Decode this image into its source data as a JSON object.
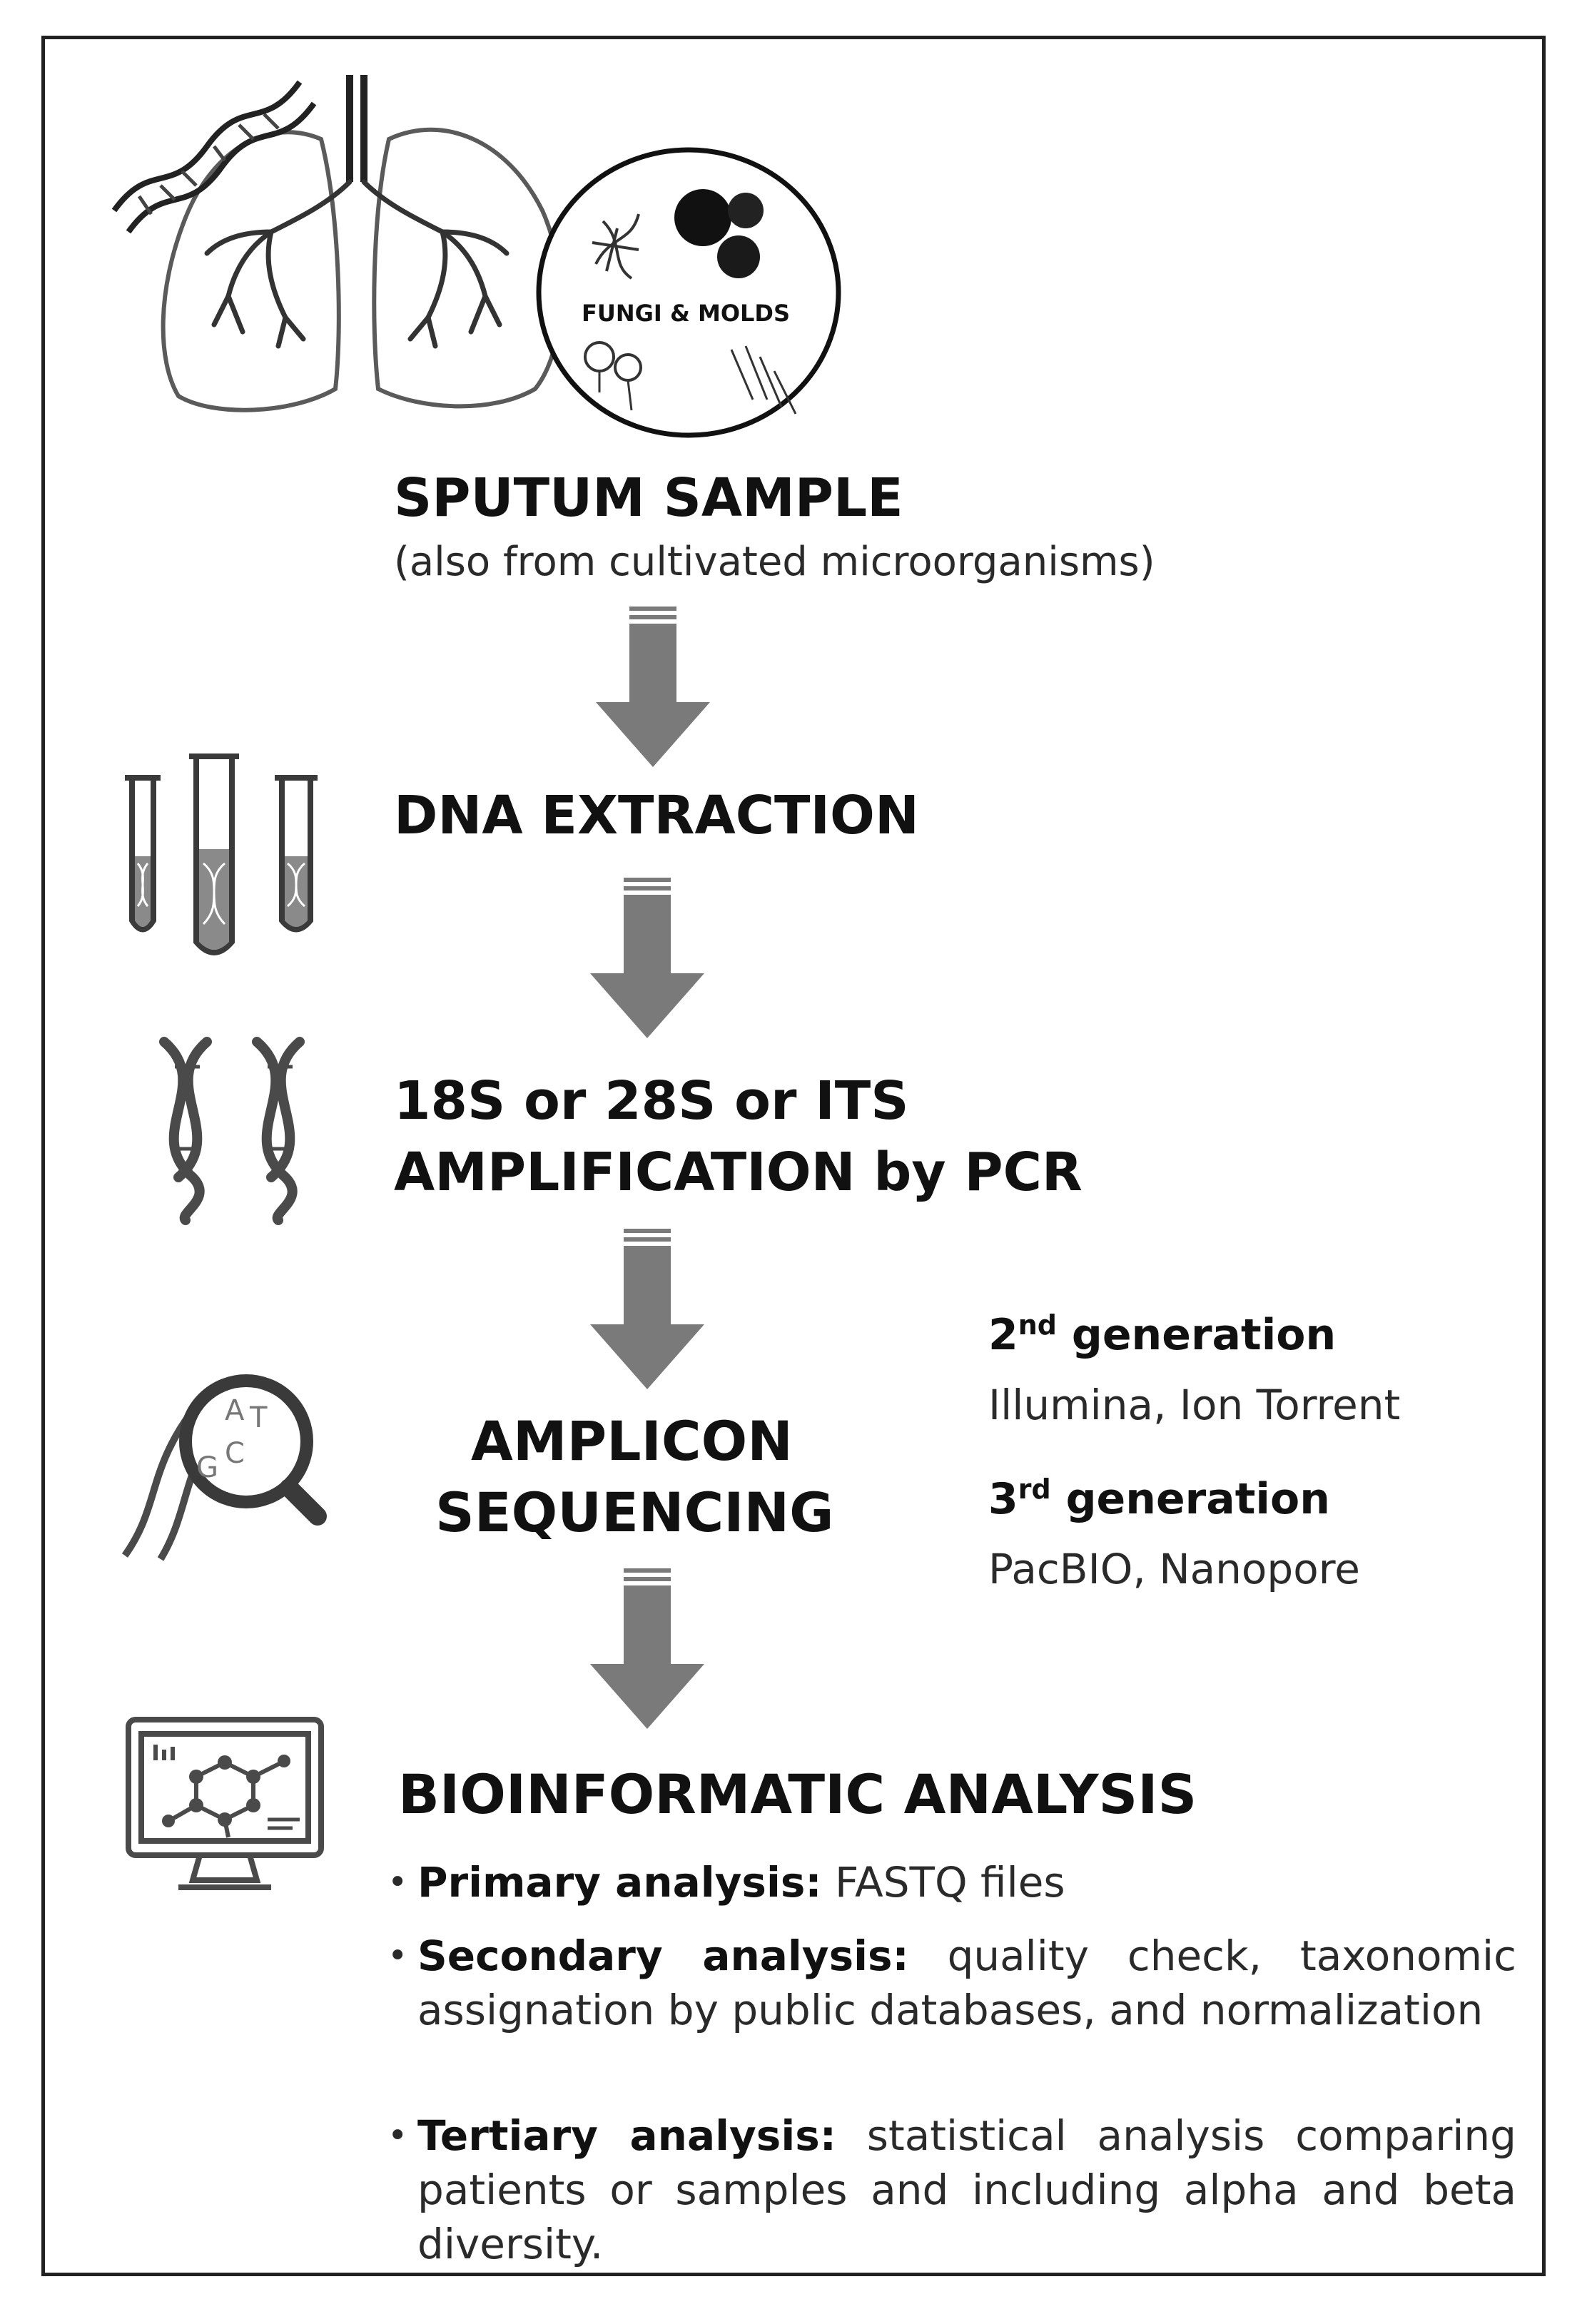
{
  "circle_label": "FUNGI & MOLDS",
  "steps": {
    "sputum": {
      "title": "SPUTUM SAMPLE",
      "subtitle": "(also from cultivated microorganisms)"
    },
    "extraction": {
      "title": "DNA EXTRACTION"
    },
    "amplification": {
      "line1": "18S or 28S or ITS",
      "line2": "AMPLIFICATION by PCR"
    },
    "sequencing": {
      "line1": "AMPLICON",
      "line2": "SEQUENCING"
    },
    "bioinformatic": {
      "title": "BIOINFORMATIC ANALYSIS"
    }
  },
  "generations": {
    "second": {
      "num": "2",
      "sup": "nd",
      "label": "generation",
      "platforms": "Illumina, Ion Torrent"
    },
    "third": {
      "num": "3",
      "sup": "rd",
      "label": "generation",
      "platforms": "PacBIO, Nanopore"
    }
  },
  "analysis_items": [
    {
      "bold": "Primary analysis:",
      "text": " FASTQ files"
    },
    {
      "bold": "Secondary analysis:",
      "text": " quality check, taxonomic assignation by public databases, and normalization"
    },
    {
      "bold": "Tertiary analysis:",
      "text": " statistical analysis comparing patients or samples and including alpha and beta diversity."
    }
  ],
  "icon_letters": [
    "A",
    "T",
    "C",
    "G"
  ],
  "colors": {
    "arrow": "#7a7a7a",
    "icon": "#5a5a5a",
    "text": "#151515",
    "border": "#222222"
  }
}
